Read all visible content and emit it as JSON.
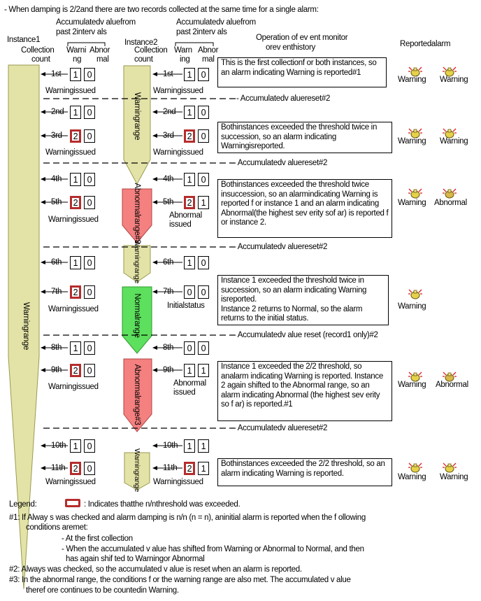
{
  "header": "- When damping is 2/2and there are two records collected at the same time for a single alarm:",
  "col_headers": {
    "instance1": "Instance1",
    "collection_count": [
      "Collection",
      "count"
    ],
    "acc_value": [
      "Accumulatedv aluefrom",
      "past 2interv als"
    ],
    "warning": [
      "Warni",
      "ng"
    ],
    "abnormal": [
      "Abnor",
      "mal"
    ],
    "instance2": "Instance2",
    "operation": [
      "Operation of ev ent monitor",
      "orev enthistory"
    ],
    "reported_alarm": "Reportedalarm",
    "warn2": [
      "Warn",
      "ing"
    ],
    "abnor2": [
      "Abnor",
      "mal"
    ]
  },
  "rows": [
    {
      "n": "1st",
      "i1": [
        "1",
        "0"
      ],
      "i2": [
        "1",
        "0"
      ],
      "hl1": false,
      "hl2": [
        false,
        false
      ]
    },
    {
      "n": "2nd",
      "i1": [
        "1",
        "0"
      ],
      "i2": [
        "1",
        "0"
      ],
      "hl1": false,
      "hl2": [
        false,
        false
      ]
    },
    {
      "n": "3rd",
      "i1": [
        "2",
        "0"
      ],
      "i2": [
        "2",
        "0"
      ],
      "hl1": true,
      "hl2": [
        true,
        false
      ]
    },
    {
      "n": "4th",
      "i1": [
        "1",
        "0"
      ],
      "i2": [
        "1",
        "0"
      ],
      "hl1": false,
      "hl2": [
        false,
        false
      ]
    },
    {
      "n": "5th",
      "i1": [
        "2",
        "0"
      ],
      "i2": [
        "2",
        "1"
      ],
      "hl1": true,
      "hl2": [
        true,
        false
      ]
    },
    {
      "n": "6th",
      "i1": [
        "1",
        "0"
      ],
      "i2": [
        "1",
        "0"
      ],
      "hl1": false,
      "hl2": [
        false,
        false
      ]
    },
    {
      "n": "7th",
      "i1": [
        "2",
        "0"
      ],
      "i2": [
        "0",
        "0"
      ],
      "hl1": true,
      "hl2": [
        false,
        false
      ]
    },
    {
      "n": "8th",
      "i1": [
        "1",
        "0"
      ],
      "i2": [
        "0",
        "0"
      ],
      "hl1": false,
      "hl2": [
        false,
        false
      ]
    },
    {
      "n": "9th",
      "i1": [
        "2",
        "0"
      ],
      "i2": [
        "1",
        "1"
      ],
      "hl1": true,
      "hl2": [
        false,
        false
      ]
    },
    {
      "n": "10th",
      "i1": [
        "1",
        "0"
      ],
      "i2": [
        "1",
        "1"
      ],
      "hl1": false,
      "hl2": [
        false,
        false
      ]
    },
    {
      "n": "11th",
      "i1": [
        "2",
        "0"
      ],
      "i2": [
        "2",
        "1"
      ],
      "hl1": true,
      "hl2": [
        true,
        false
      ]
    }
  ],
  "status": {
    "warning_issued": "Warningissued",
    "abnormal_issued": [
      "Abnormal",
      "issued"
    ],
    "initial_status": "Initialstatus"
  },
  "ranges": {
    "instance1": "Warningrange",
    "warning": "Warningrange",
    "abnormal_a": "Abnormalrange#3",
    "warning_b": "Warningrange",
    "normal": "Normalrange",
    "abnormal_b": "Abnormalrange#3",
    "warning_c": "Warningrange"
  },
  "resets": [
    "- Accumulatedv aluereset#2",
    "- Accumulatedv aluereset#2",
    "- Accumulatedv aluereset#2",
    "- Accumulatedv alue reset (record1 only)#2",
    "- Accumulatedv aluereset#2"
  ],
  "ops": [
    "This is the first collectionf or both instances, so an alarm indicating Warning is reported#1",
    "Bothinstances exceeded the threshold twice in succession, so an alarm indicating Warningisreported.",
    "Bothinstances exceeded the threshold twice insuccession, so an alarmindicating Warning is reported f or instance 1 and an alarm indicating Abnormal(the highest sev erity  sof ar) is reported f or instance 2.",
    "Instance 1 exceeded the threshold twice in succession, so an alarm indicating Warning isreported.\nInstance 2 returns to Normal, so the alarm returns to the initial status.",
    "Instance 1 exceeded the 2/2 threshold, so analarm indicating Warning is reported. Instance 2 again shifted to the Abnormal range, so an alarm indicating Abnormal (the highest sev erity  so f ar) is reported.#1",
    "Bothinstances exceeded the 2/2 threshold, so an alarm indicating Warning is reported."
  ],
  "alarm_labels": {
    "warning": "Warning",
    "abnormal": "Abnormal"
  },
  "legend": {
    "label": "Legend:",
    "text": ": Indicates thatthe n/nthreshold was exceeded."
  },
  "footnotes": {
    "n1_a": "#1: If Alway s was checked and alarm damping is n/n (n = n), aninitial alarm is reported when the f ollowing",
    "n1_b": "conditions aremet:",
    "n1_c": "- At the first collection",
    "n1_d": "- When the accumulated v alue has shifted from Warning or Abnormal to Normal, and then",
    "n1_e": "has again shif ted to Warningor Abnormal",
    "n2": "#2:    Always was checked, so the accumulated v alue is reset when an alarm is reported.",
    "n3_a": "#3:    In the abnormal range, the conditions f or the warning range are also met. The accumulated v alue",
    "n3_b": "theref ore continues to be countedin Warning."
  },
  "colors": {
    "warning_fill": "#e3e3a8",
    "abnormal_fill": "#f58080",
    "normal_fill": "#5de05d",
    "highlight": "#b52d2d"
  }
}
